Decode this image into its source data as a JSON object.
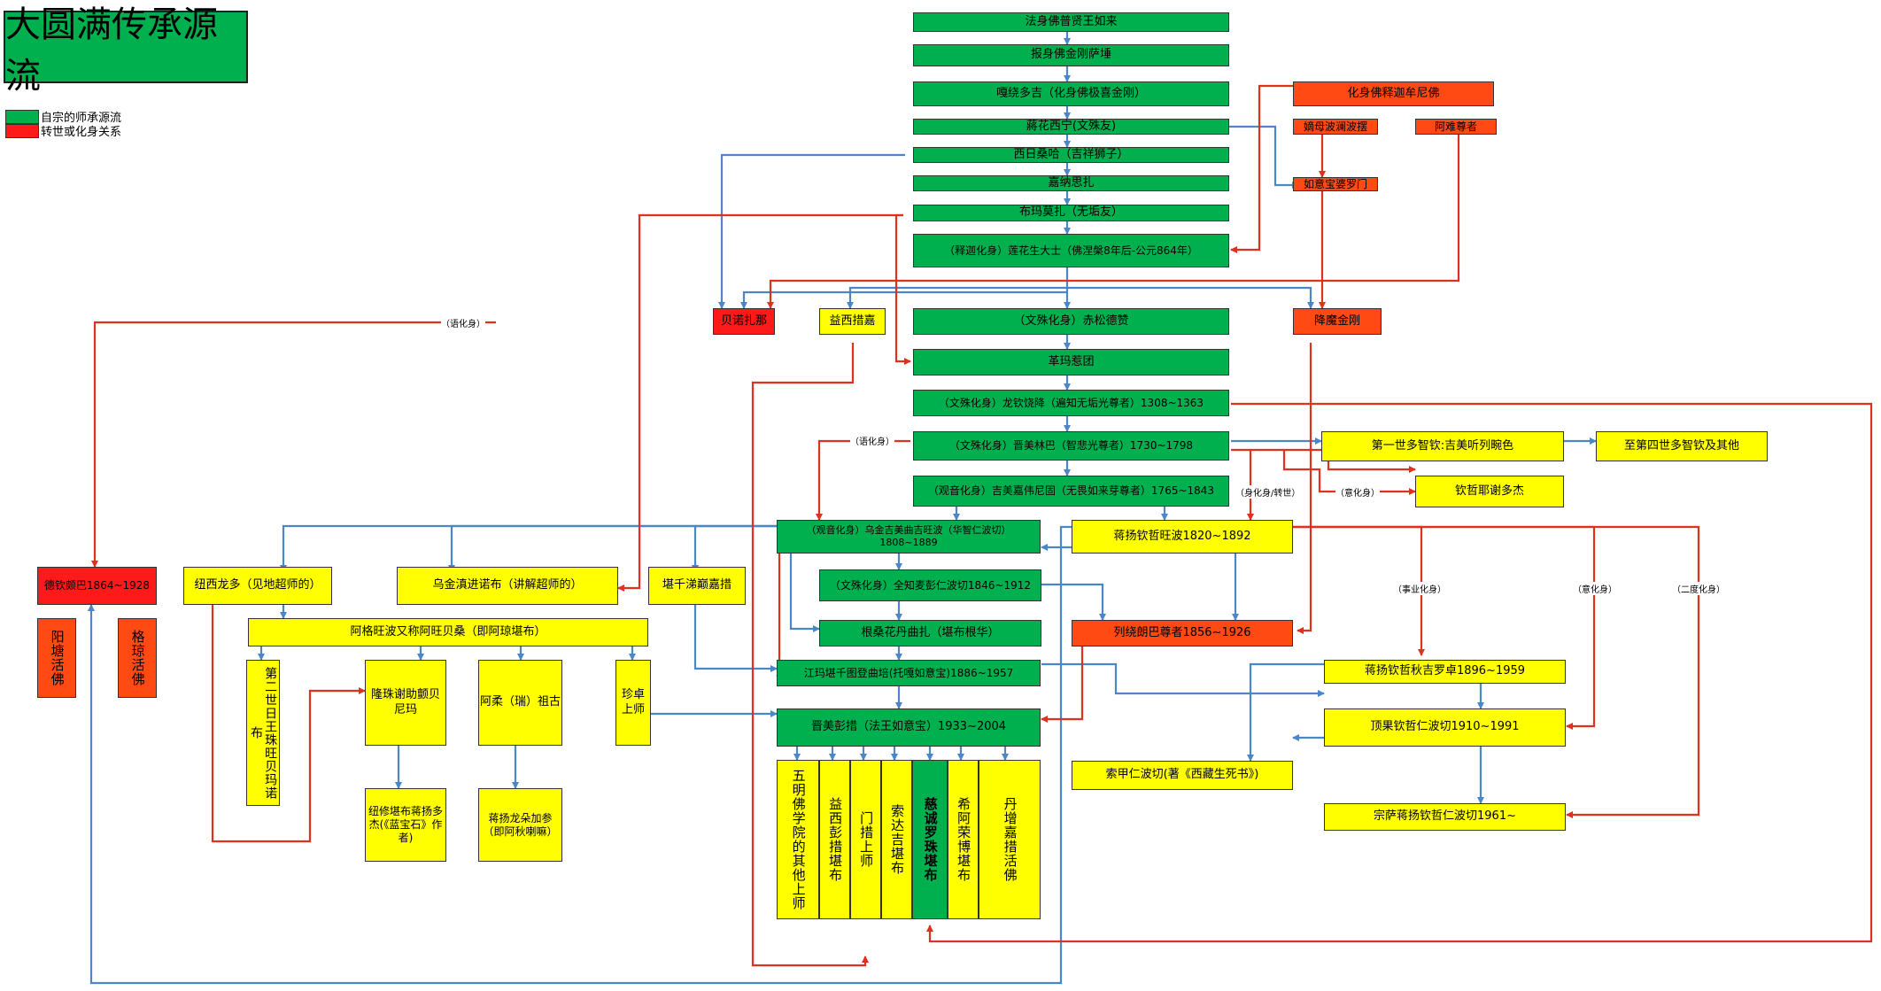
{
  "title": "大圆满传承源流",
  "legend": {
    "items": [
      {
        "label": "自宗的师承源流",
        "color": "#00b04f"
      },
      {
        "label": "转世或化身关系",
        "color": "#ff1a1a"
      }
    ]
  },
  "colors": {
    "green": "#00b04f",
    "yellow": "#ffff00",
    "red": "#ff1a1a",
    "blue_line": "#4a86c8",
    "red_line": "#e0301e"
  },
  "nodes": {
    "n1": "法身佛普贤王如来",
    "n2": "报身佛金刚萨埵",
    "n3": "嘎绕多吉（化身佛极喜金刚）",
    "n4": "蔣花西宁(文殊友)",
    "n5": "西日桑哈（吉祥狮子）",
    "n6": "嘉纳思扎",
    "n7": "布玛莫扎（无垢友）",
    "n8": "（释迦化身）莲花生大士（佛涅槃8年后-公元864年）",
    "n9": "化身佛释迦牟尼佛",
    "n10": "嫡母波澜波摆",
    "n11": "阿难尊者",
    "n12": "如意宝婆罗门",
    "n13": "贝诺扎那",
    "n14": "益西措嘉",
    "n15": "（文殊化身）赤松德赞",
    "n16": "降魔金刚",
    "n17": "革玛惹团",
    "n18": "（文殊化身）龙钦饶降（遍知无垢光尊者）1308~1363",
    "n19": "（文殊化身）晋美林巴（智悲光尊者）1730~1798",
    "n20": "（观音化身）吉美嘉伟尼固（无畏如来芽尊者）1765~1843",
    "n21": "第一世多智钦:吉美听列畹色",
    "n22": "至第四世多智钦及其他",
    "n23": "钦哲耶谢多杰",
    "n24": "（观音化身）乌金吉美曲吉旺波（华智仁波切）1808~1889",
    "n25": "蒋扬钦哲旺波1820~1892",
    "n26": "德钦颇巴1864~1928",
    "n27": "纽西龙多（见地超师的）",
    "n28": "乌金滇进诺布（讲解超师的）",
    "n29": "堪千涕巅嘉措",
    "n30": "（文殊化身）全知麦彭仁波切1846~1912",
    "n31": "阿格旺波又称阿旺贝桑（即阿琼堪布）",
    "n32": "根桑花丹曲扎（堪布根华）",
    "n33": "列绕朗巴尊者1856~1926",
    "n34": "阳塘活佛",
    "n35": "格琼活佛",
    "n36": "第二世日王珠旺贝玛诺布",
    "n37": "隆珠谢助颤贝尼玛",
    "n38": "阿柔（瑞）祖古",
    "n39": "珍卓上师",
    "n40": "江玛堪千图登曲培(托嘎如意宝)1886~1957",
    "n41": "蒋扬钦哲秋吉罗卓1896~1959",
    "n42": "顶果钦哲仁波切1910~1991",
    "n43": "晋美彭措（法王如意宝）1933~2004",
    "n44": "索甲仁波切(著《西藏生死书》)",
    "n45": "宗萨蒋扬钦哲仁波切1961~",
    "n46": "纽修堪布蒋扬多杰(《蓝宝石》作者)",
    "n47": "蒋扬龙朵加参（即阿秋喇嘛）",
    "n48": "五明佛学院的其他上师",
    "n49": "益西彭措堪布",
    "n50": "门措上师",
    "n51": "索达吉堪布",
    "n52": "慈诚罗珠堪布",
    "n53": "希阿荣博堪布",
    "n54": "丹增嘉措活佛"
  },
  "edge_labels": {
    "l1": "（语化身）",
    "l2": "（语化身）",
    "l3": "（身化身/转世）",
    "l4": "（意化身）",
    "l5": "（事业化身）",
    "l6": "（意化身）",
    "l7": "（二度化身）"
  }
}
